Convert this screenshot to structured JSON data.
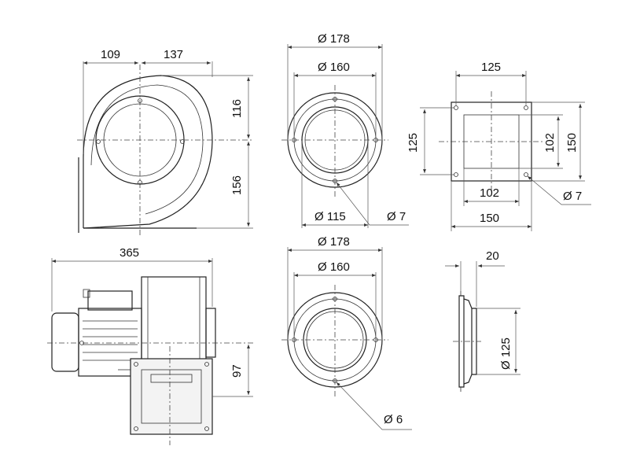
{
  "views": {
    "side": {
      "dim_width_left": "109",
      "dim_width_right": "137",
      "dim_height_top": "116",
      "dim_height_bottom": "156"
    },
    "outlet_flange_top": {
      "dim_outer": "Ø 178",
      "dim_bolt_circle": "Ø 160",
      "dim_inner": "Ø 115",
      "dim_hole": "Ø 7"
    },
    "square_flange": {
      "dim_top": "125",
      "dim_left": "125",
      "dim_inner_right": "102",
      "dim_outer_right": "150",
      "dim_inner_bottom": "102",
      "dim_outer_bottom": "150",
      "dim_hole": "Ø 7"
    },
    "front": {
      "dim_length": "365",
      "dim_height": "97"
    },
    "inlet_flange": {
      "dim_outer": "Ø 178",
      "dim_bolt_circle": "Ø 160",
      "dim_hole": "Ø 6"
    },
    "spigot": {
      "dim_depth": "20",
      "dim_diameter": "Ø 125"
    }
  }
}
